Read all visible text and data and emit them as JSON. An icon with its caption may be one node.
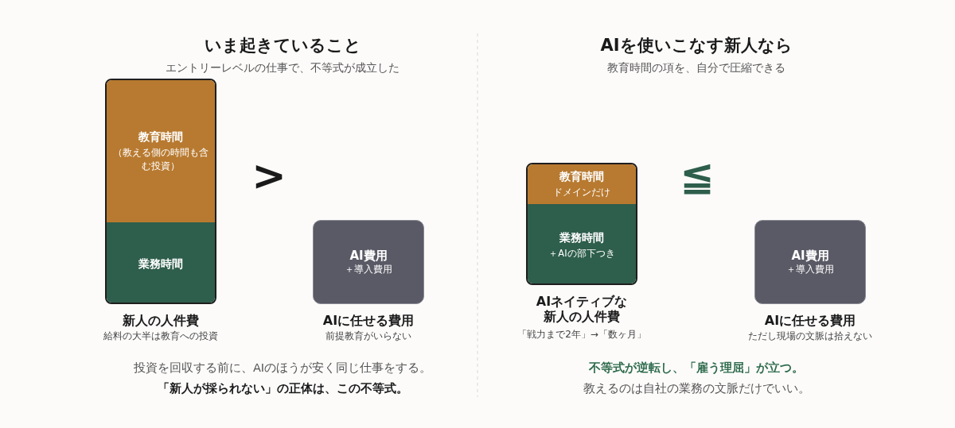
{
  "diagram": {
    "nodes": [
      {
        "text": [
          "新人の人件費",
          "給料の大半は教育への投資"
        ]
      },
      {
        "text": [
          "教育時間",
          "（教える側の時間も含む投資）"
        ],
        "in": 0
      },
      {
        "text": [
          "業務時間"
        ],
        "in": 0
      },
      {
        "text": [
          "AI費用",
          "＋導入費用",
          "AIに任せる費用",
          "前提教育がいらない"
        ]
      },
      {
        "text": [
          "AIネイティブな新人の人件費",
          "「戦力まで2年」→「数ヶ月」"
        ]
      },
      {
        "text": [
          "教育時間",
          "ドメインだけ"
        ],
        "in": 4
      },
      {
        "text": [
          "業務時間",
          "＋AIの部下つき"
        ],
        "in": 4
      },
      {
        "text": [
          "AI費用",
          "＋導入費用",
          "AIに任せる費用",
          "ただし現場の文脈は拾えない"
        ]
      }
    ],
    "labels": [
      "いま起きていること",
      "エントリーレベルの仕事で、不等式が成立した",
      ">",
      "投資を回収する前に、AIのほうが安く同じ仕事をする。",
      "「新人が採られない」の正体は、この不等式。",
      "AIを使いこなす新人なら",
      "教育時間の項を、自分で圧縮できる",
      "≦",
      "不等式が逆転し、「雇う理屈」が立つ。",
      "教えるのは自社の業務の文脈だけでいい。"
    ]
  }
}
